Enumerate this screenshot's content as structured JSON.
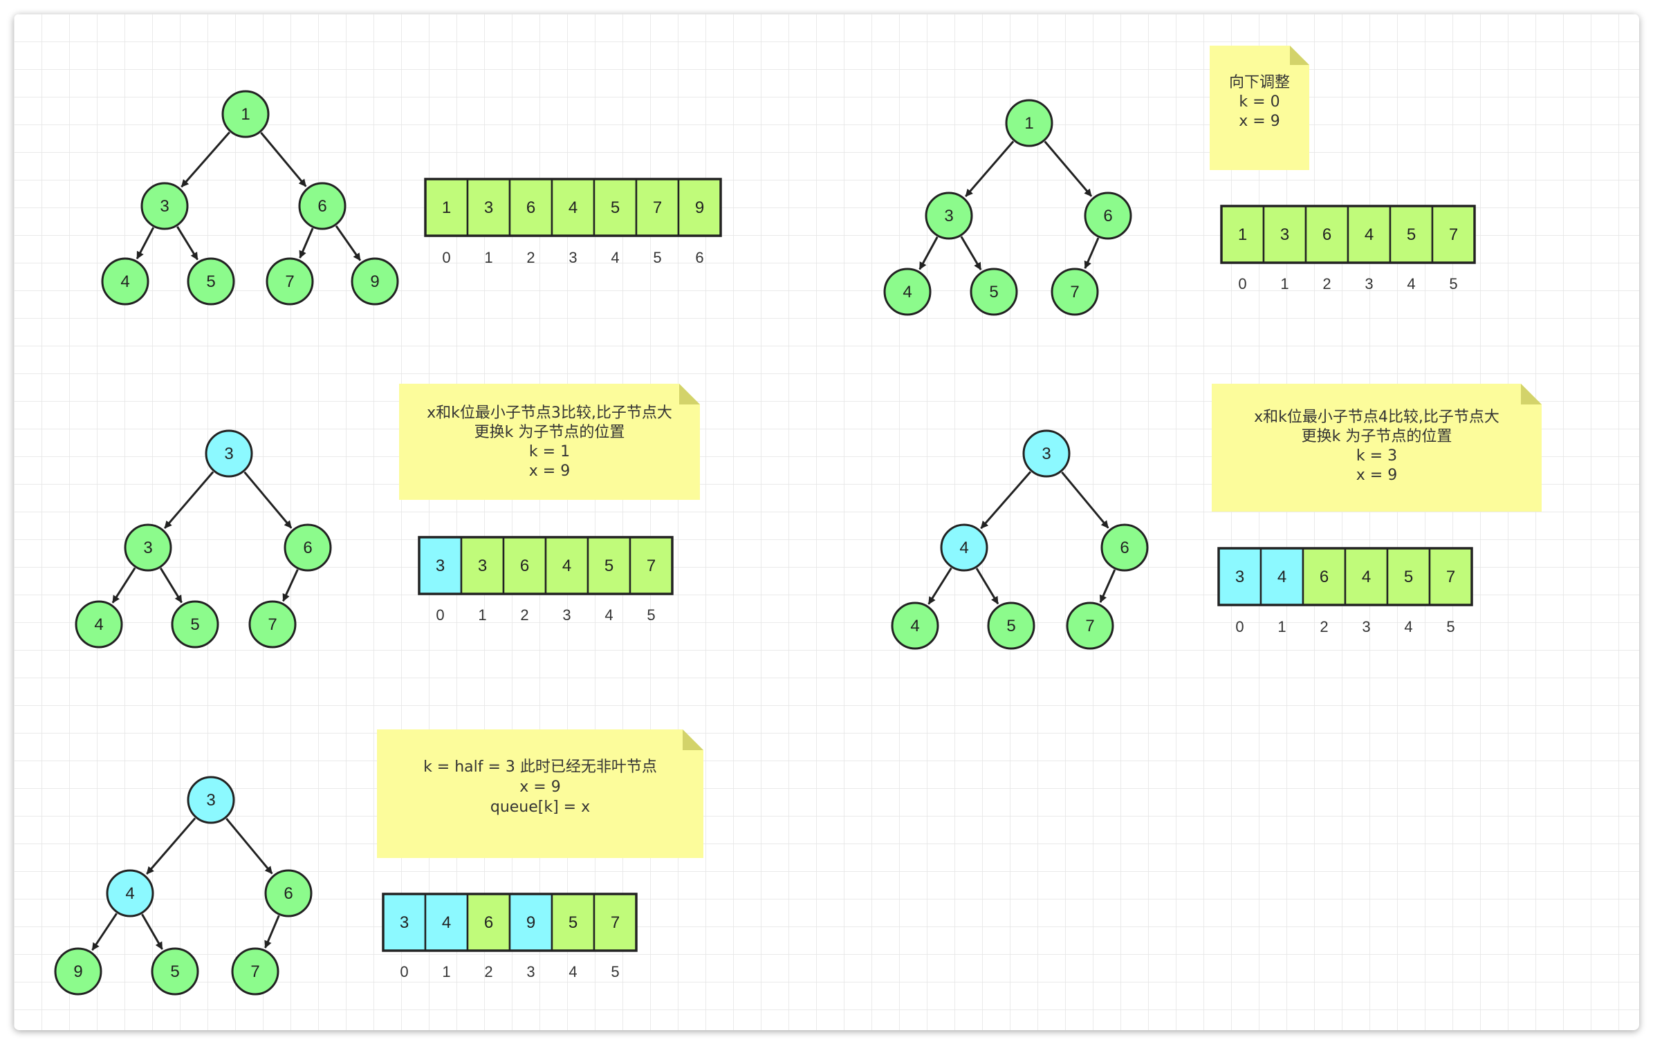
{
  "colors": {
    "green_node": "#8CFB8C",
    "cyan_node": "#8CF9FF",
    "green_cell": "#C0FB7A",
    "cyan_cell": "#8CF9FF",
    "note_bg": "#FCFC9B",
    "note_fold": "#D3D36A",
    "grid": "#E4E4E4",
    "stroke": "#222222"
  },
  "panels": [
    {
      "id": "p1",
      "tree": [
        {
          "label": "1",
          "color": "green"
        },
        {
          "label": "3",
          "color": "green"
        },
        {
          "label": "6",
          "color": "green"
        },
        {
          "label": "4",
          "color": "green"
        },
        {
          "label": "5",
          "color": "green"
        },
        {
          "label": "7",
          "color": "green"
        },
        {
          "label": "9",
          "color": "green"
        }
      ],
      "array": [
        "1",
        "3",
        "6",
        "4",
        "5",
        "7",
        "9"
      ],
      "array_colors": [
        "green",
        "green",
        "green",
        "green",
        "green",
        "green",
        "green"
      ],
      "indices": [
        "0",
        "1",
        "2",
        "3",
        "4",
        "5",
        "6"
      ]
    },
    {
      "id": "p2",
      "note": [
        "向下调整",
        "k =  0",
        "x =  9"
      ],
      "tree": [
        {
          "label": "1",
          "color": "green"
        },
        {
          "label": "3",
          "color": "green"
        },
        {
          "label": "6",
          "color": "green"
        },
        {
          "label": "4",
          "color": "green"
        },
        {
          "label": "5",
          "color": "green"
        },
        {
          "label": "7",
          "color": "green"
        }
      ],
      "array": [
        "1",
        "3",
        "6",
        "4",
        "5",
        "7"
      ],
      "array_colors": [
        "green",
        "green",
        "green",
        "green",
        "green",
        "green"
      ],
      "indices": [
        "0",
        "1",
        "2",
        "3",
        "4",
        "5"
      ]
    },
    {
      "id": "p3",
      "note": [
        "x和k位最小子节点3比较,比子节点大",
        "更换k 为子节点的位置",
        "k = 1",
        "x = 9"
      ],
      "tree": [
        {
          "label": "3",
          "color": "cyan"
        },
        {
          "label": "3",
          "color": "green"
        },
        {
          "label": "6",
          "color": "green"
        },
        {
          "label": "4",
          "color": "green"
        },
        {
          "label": "5",
          "color": "green"
        },
        {
          "label": "7",
          "color": "green"
        }
      ],
      "array": [
        "3",
        "3",
        "6",
        "4",
        "5",
        "7"
      ],
      "array_colors": [
        "cyan",
        "green",
        "green",
        "green",
        "green",
        "green"
      ],
      "indices": [
        "0",
        "1",
        "2",
        "3",
        "4",
        "5"
      ]
    },
    {
      "id": "p4",
      "note": [
        "x和k位最小子节点4比较,比子节点大",
        "更换k 为子节点的位置",
        "k = 3",
        "x = 9"
      ],
      "tree": [
        {
          "label": "3",
          "color": "cyan"
        },
        {
          "label": "4",
          "color": "cyan"
        },
        {
          "label": "6",
          "color": "green"
        },
        {
          "label": "4",
          "color": "green"
        },
        {
          "label": "5",
          "color": "green"
        },
        {
          "label": "7",
          "color": "green"
        }
      ],
      "array": [
        "3",
        "4",
        "6",
        "4",
        "5",
        "7"
      ],
      "array_colors": [
        "cyan",
        "cyan",
        "green",
        "green",
        "green",
        "green"
      ],
      "indices": [
        "0",
        "1",
        "2",
        "3",
        "4",
        "5"
      ]
    },
    {
      "id": "p5",
      "note": [
        "k  = half = 3  此时已经无非叶节点",
        "x = 9",
        "queue[k] = x"
      ],
      "tree": [
        {
          "label": "3",
          "color": "cyan"
        },
        {
          "label": "4",
          "color": "cyan"
        },
        {
          "label": "6",
          "color": "green"
        },
        {
          "label": "9",
          "color": "green"
        },
        {
          "label": "5",
          "color": "green"
        },
        {
          "label": "7",
          "color": "green"
        }
      ],
      "array": [
        "3",
        "4",
        "6",
        "9",
        "5",
        "7"
      ],
      "array_colors": [
        "cyan",
        "cyan",
        "green",
        "cyan",
        "green",
        "green"
      ],
      "indices": [
        "0",
        "1",
        "2",
        "3",
        "4",
        "5"
      ]
    }
  ]
}
